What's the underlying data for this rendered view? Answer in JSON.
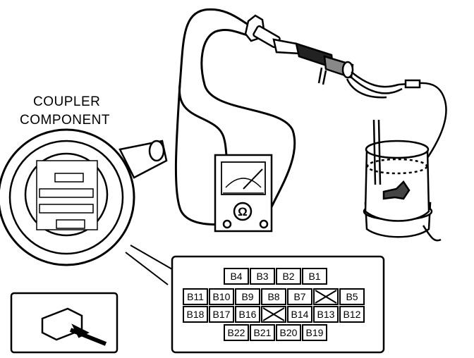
{
  "coupler": {
    "title_line1": "COUPLER",
    "title_line2": "COMPONENT"
  },
  "meter": {
    "symbol": "Ω"
  },
  "terminals": {
    "row1": [
      "B4",
      "B3",
      "B2",
      "B1"
    ],
    "row2": [
      "B11",
      "B10",
      "B9",
      "B8",
      "B7",
      "",
      "B5"
    ],
    "row3": [
      "B18",
      "B17",
      "B16",
      "",
      "B14",
      "B13",
      "B12"
    ],
    "row4": [
      "B22",
      "B21",
      "B20",
      "B19"
    ]
  }
}
